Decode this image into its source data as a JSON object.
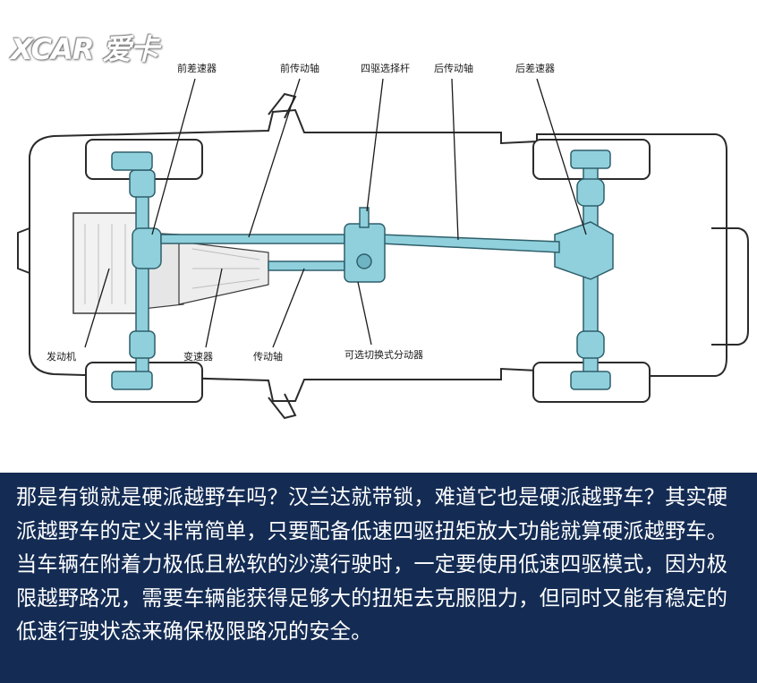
{
  "logo": {
    "text": "XCAR 爱卡"
  },
  "labels": {
    "front_differential": "前差速器",
    "front_driveshaft": "前传动轴",
    "awd_selector": "四驱选择杆",
    "rear_driveshaft": "后传动轴",
    "rear_differential": "后差速器",
    "engine": "发动机",
    "transmission": "变速器",
    "driveshaft": "传动轴",
    "transfer_case": "可选切换式分动器"
  },
  "caption": {
    "text": "那是有锁就是硬派越野车吗？汉兰达就带锁，难道它也是硬派越野车？其实硬派越野车的定义非常简单，只要配备低速四驱扭矩放大功能就算硬派越野车。当车辆在附着力极低且松软的沙漠行驶时，一定要使用低速四驱模式，因为极限越野路况，需要车辆能获得足够大的扭矩去克服阻力，但同时又能有稳定的低速行驶状态来确保极限路况的安全。"
  },
  "colors": {
    "drivetrain": "#8fd0dc",
    "outline": "#2b2b2b",
    "caption_bg": "#142c54"
  }
}
